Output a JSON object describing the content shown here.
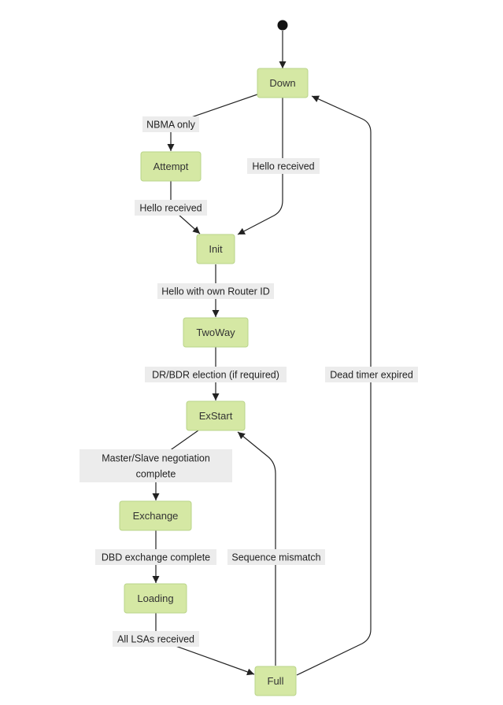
{
  "states": {
    "down": "Down",
    "attempt": "Attempt",
    "init": "Init",
    "twoway": "TwoWay",
    "exstart": "ExStart",
    "exchange": "Exchange",
    "loading": "Loading",
    "full": "Full"
  },
  "transitions": {
    "nbma_only": "NBMA only",
    "hello_received_attempt": "Hello received",
    "hello_received_down": "Hello received",
    "hello_own_router_id": "Hello with own Router ID",
    "dr_bdr_election": "DR/BDR election (if required)",
    "master_slave_line1": "Master/Slave negotiation",
    "master_slave_line2": "complete",
    "dbd_exchange_complete": "DBD exchange complete",
    "all_lsas_received": "All LSAs received",
    "sequence_mismatch": "Sequence mismatch",
    "dead_timer_expired": "Dead timer expired"
  },
  "colors": {
    "state_fill": "#d5e8a4",
    "state_stroke": "#b9d48a",
    "label_background": "#ececec",
    "line": "#222222"
  }
}
